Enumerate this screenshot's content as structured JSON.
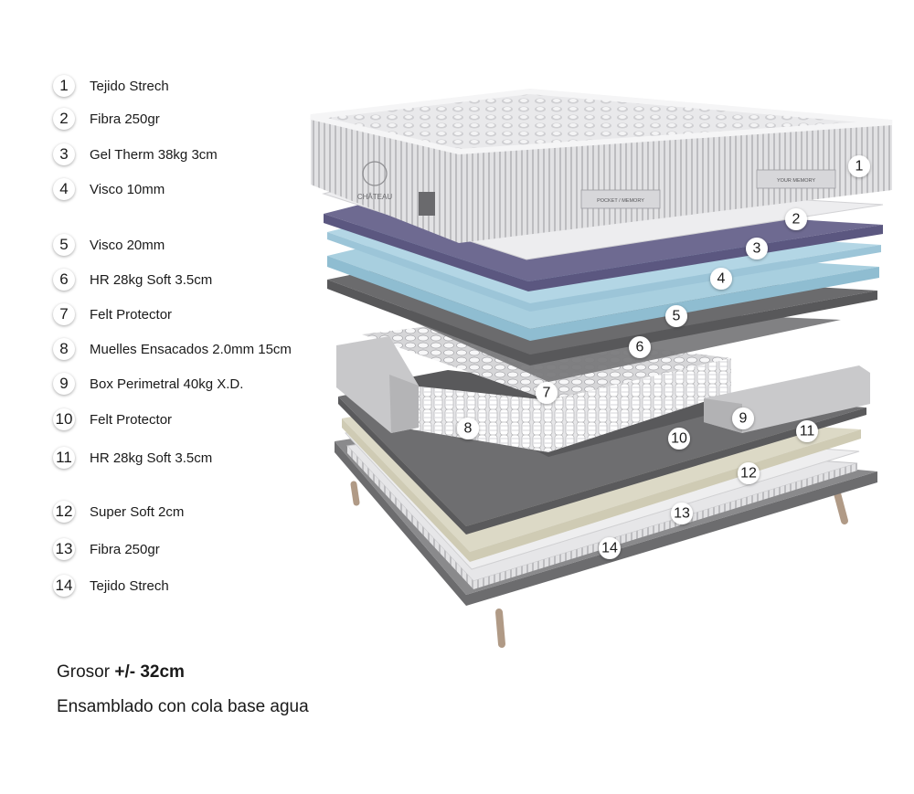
{
  "legend": [
    {
      "number": "1",
      "label": "Tejido Strech"
    },
    {
      "number": "2",
      "label": "Fibra 250gr"
    },
    {
      "number": "3",
      "label": "Gel Therm 38kg 3cm"
    },
    {
      "number": "4",
      "label": "Visco 10mm"
    },
    {
      "number": "5",
      "label": "Visco 20mm"
    },
    {
      "number": "6",
      "label": "HR 28kg Soft 3.5cm"
    },
    {
      "number": "7",
      "label": "Felt Protector"
    },
    {
      "number": "8",
      "label": "Muelles Ensacados 2.0mm 15cm"
    },
    {
      "number": "9",
      "label": "Box Perimetral 40kg X.D."
    },
    {
      "number": "10",
      "label": "Felt Protector"
    },
    {
      "number": "11",
      "label": "HR 28kg Soft 3.5cm"
    },
    {
      "number": "12",
      "label": "Super Soft 2cm"
    },
    {
      "number": "13",
      "label": "Fibra 250gr"
    },
    {
      "number": "14",
      "label": "Tejido Strech"
    }
  ],
  "footer": {
    "thickness_prefix": "Grosor",
    "thickness_value": "+/- 32cm",
    "assembly": "Ensamblado con cola base agua"
  },
  "diagram": {
    "brand_label": "CHÂTEAU",
    "tag_left": "POCKET / MEMORY",
    "tag_right": "YOUR MEMORY",
    "callouts": [
      "1",
      "2",
      "3",
      "4",
      "5",
      "6",
      "7",
      "8",
      "9",
      "10",
      "11",
      "12",
      "13",
      "14"
    ],
    "colors": {
      "cover": "#e4e4e6",
      "fiber": "#ececee",
      "gel": "#6e6a91",
      "visco": "#a9cfdf",
      "hr_foam": "#6b6b6d",
      "springs": "#dedede",
      "box": "#c8c8ca",
      "felt": "#6e6e70",
      "super_soft": "#dcd9c6",
      "base": "#8a8a8c"
    }
  }
}
